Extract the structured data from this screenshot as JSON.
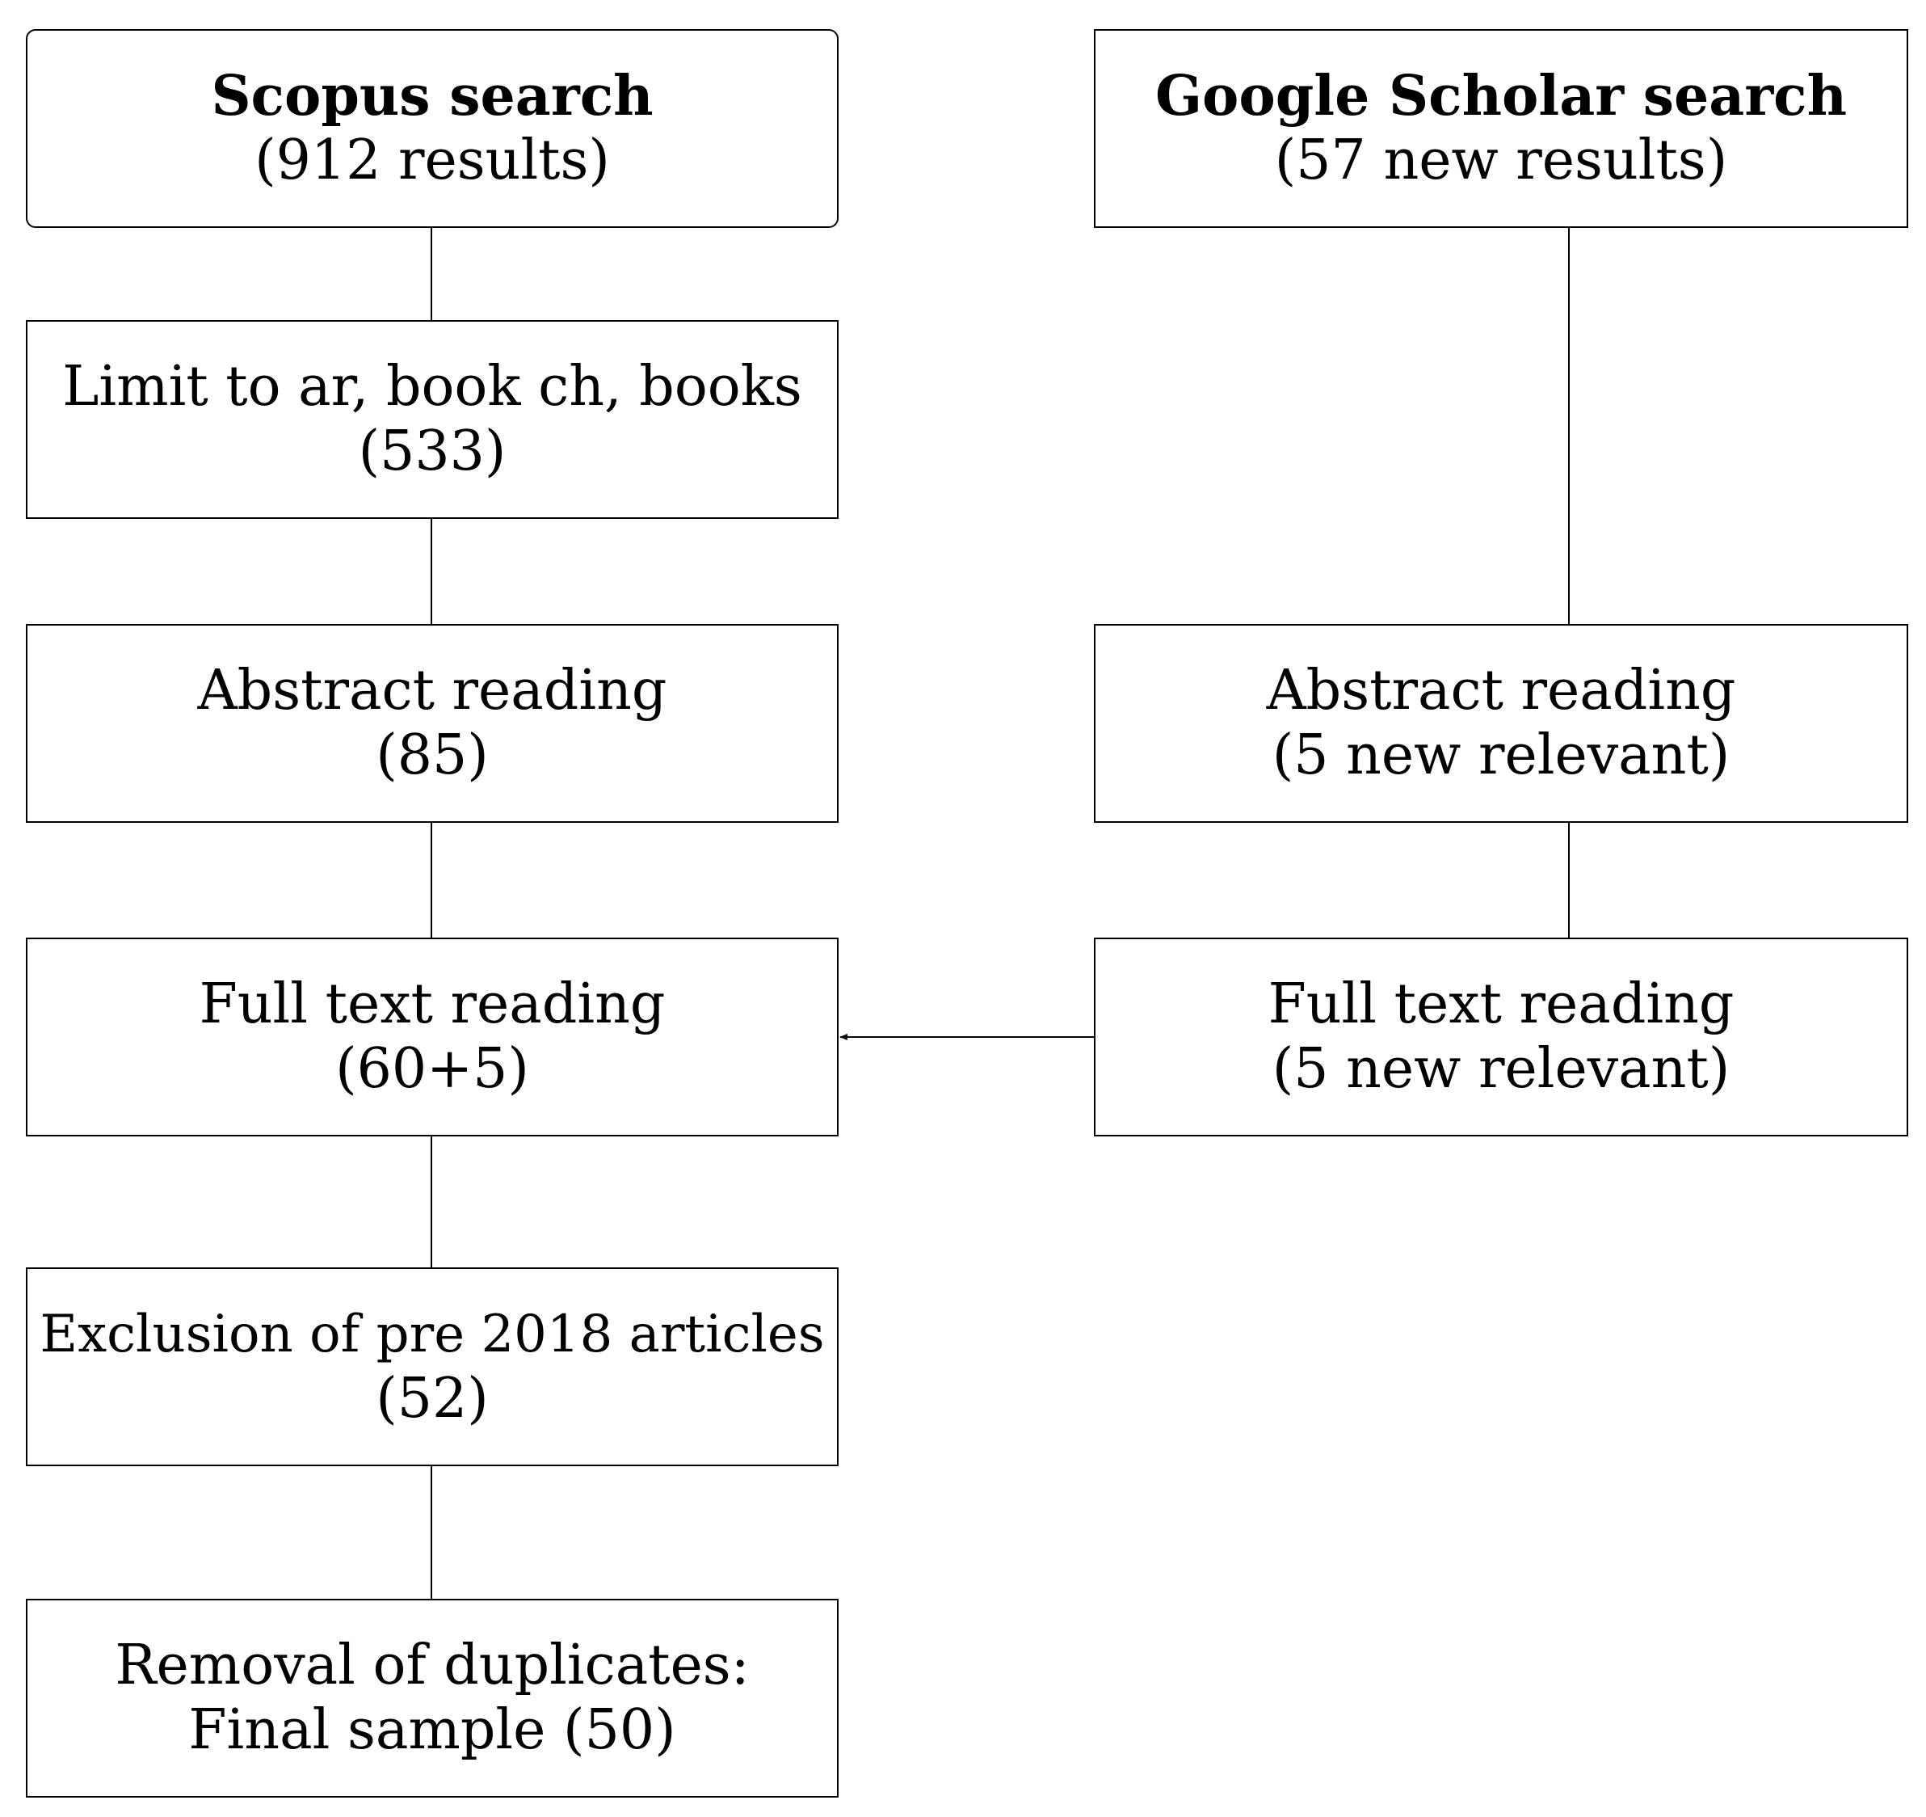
{
  "diagram": {
    "left_column": {
      "scopus": {
        "title": "Scopus search",
        "detail": "(912 results)"
      },
      "limit": {
        "title": "Limit to ar, book ch, books",
        "detail": "(533)"
      },
      "abstract": {
        "title": "Abstract reading",
        "detail": "(85)"
      },
      "full_text": {
        "title": "Full text reading",
        "detail": "(60+5)"
      },
      "exclusion": {
        "title": "Exclusion of pre 2018 articles",
        "detail": "(52)"
      },
      "removal": {
        "title": "Removal of duplicates:",
        "detail": "Final sample (50)"
      }
    },
    "right_column": {
      "google": {
        "title": "Google Scholar search",
        "detail": "(57 new results)"
      },
      "abstract": {
        "title": "Abstract reading",
        "detail": "(5 new relevant)"
      },
      "full_text": {
        "title": "Full text reading",
        "detail": "(5 new relevant)"
      }
    }
  }
}
